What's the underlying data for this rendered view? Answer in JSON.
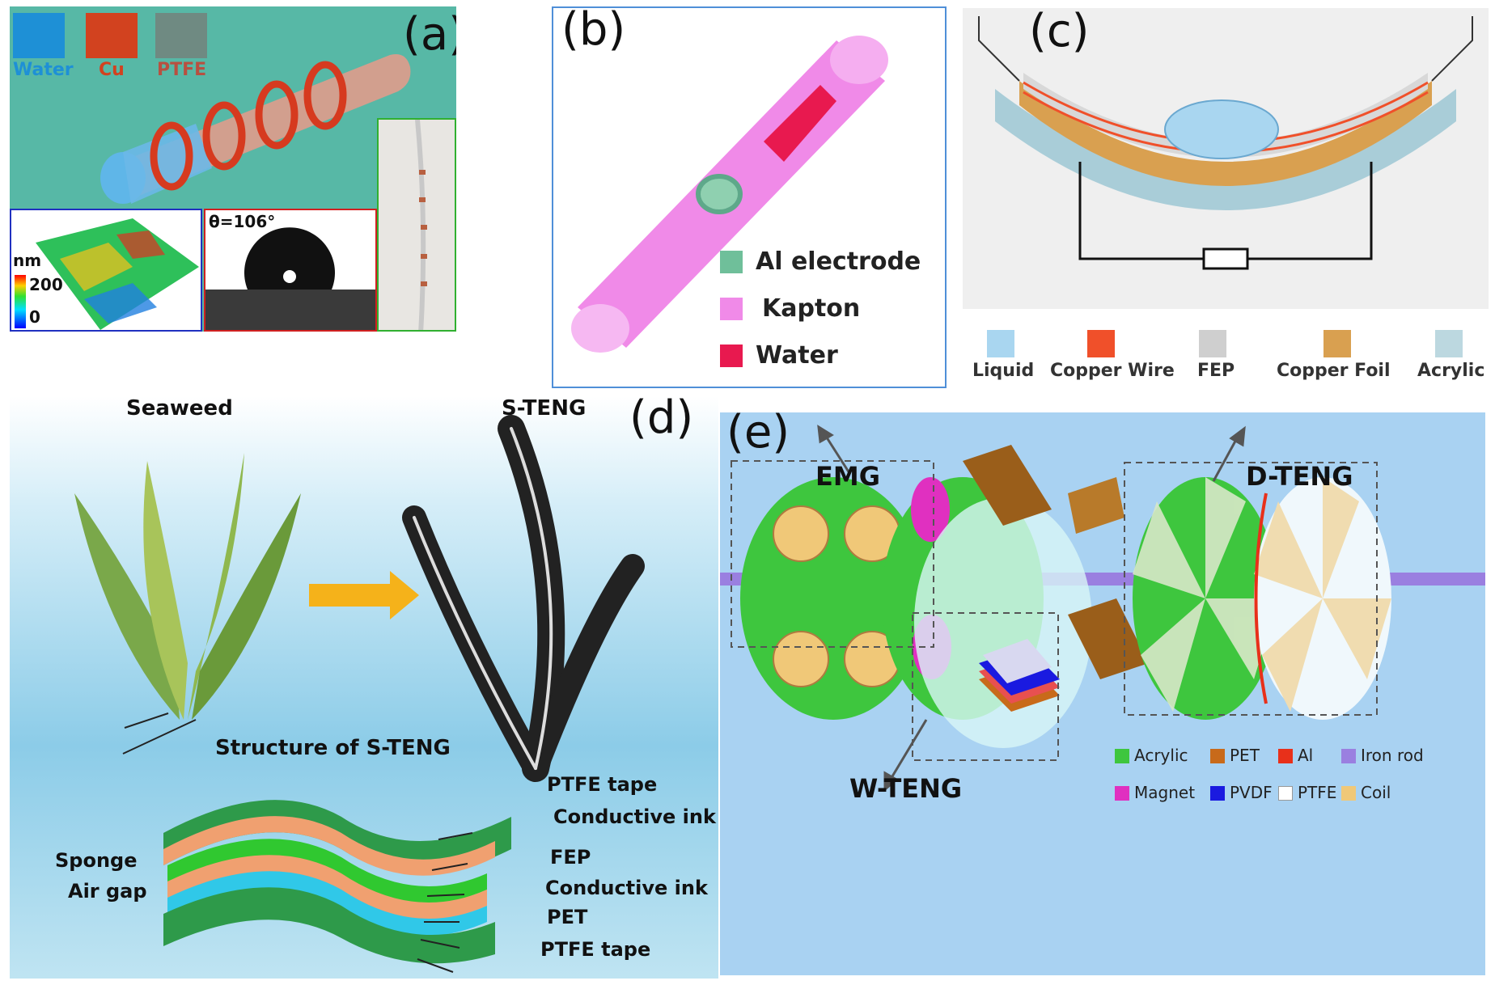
{
  "panels": {
    "a": {
      "label": "(a)",
      "legend": [
        {
          "text": "Water",
          "color": "#1e90d6"
        },
        {
          "text": "Cu",
          "color": "#d2421f"
        },
        {
          "text": "PTFE",
          "color": "#6f8a82"
        }
      ],
      "colorbar": {
        "unit": "nm",
        "max": "200",
        "min": "0"
      },
      "contact_angle": "θ=106°"
    },
    "b": {
      "label": "(b)",
      "legend": [
        {
          "text": "Al electrode",
          "color": "#6fbf9a"
        },
        {
          "text": "Kapton",
          "color": "#f08ae8"
        },
        {
          "text": "Water",
          "color": "#e8194f"
        }
      ]
    },
    "c": {
      "label": "(c)",
      "legend": [
        {
          "text": "Liquid",
          "color": "#a9d6f0"
        },
        {
          "text": "Copper Wire",
          "color": "#f0502a"
        },
        {
          "text": "FEP",
          "color": "#cfcfcf"
        },
        {
          "text": "Copper Foil",
          "color": "#d9a050"
        },
        {
          "text": "Acrylic",
          "color": "#bcd8e0"
        }
      ]
    },
    "d": {
      "label": "(d)",
      "seaweed": "Seaweed",
      "steng": "S-TENG",
      "structure_title": "Structure of S-TENG",
      "left_labels": [
        "Sponge",
        "Air gap"
      ],
      "right_labels": [
        "PTFE tape",
        "Conductive ink",
        "FEP",
        "Conductive ink",
        "PET",
        "PTFE tape"
      ]
    },
    "e": {
      "label": "(e)",
      "emg": "EMG",
      "dteng": "D-TENG",
      "wteng": "W-TENG",
      "legend": [
        {
          "text": "Acrylic",
          "color": "#3ec63e"
        },
        {
          "text": "PET",
          "color": "#c86a1a"
        },
        {
          "text": "Al",
          "color": "#e8301a"
        },
        {
          "text": "Iron rod",
          "color": "#9a7fe0"
        },
        {
          "text": "Magnet",
          "color": "#e030c0"
        },
        {
          "text": "PVDF",
          "color": "#1a1ae0"
        },
        {
          "text": "PTFE",
          "color": "#ffffff"
        },
        {
          "text": "Coil",
          "color": "#f0c878"
        }
      ]
    }
  }
}
